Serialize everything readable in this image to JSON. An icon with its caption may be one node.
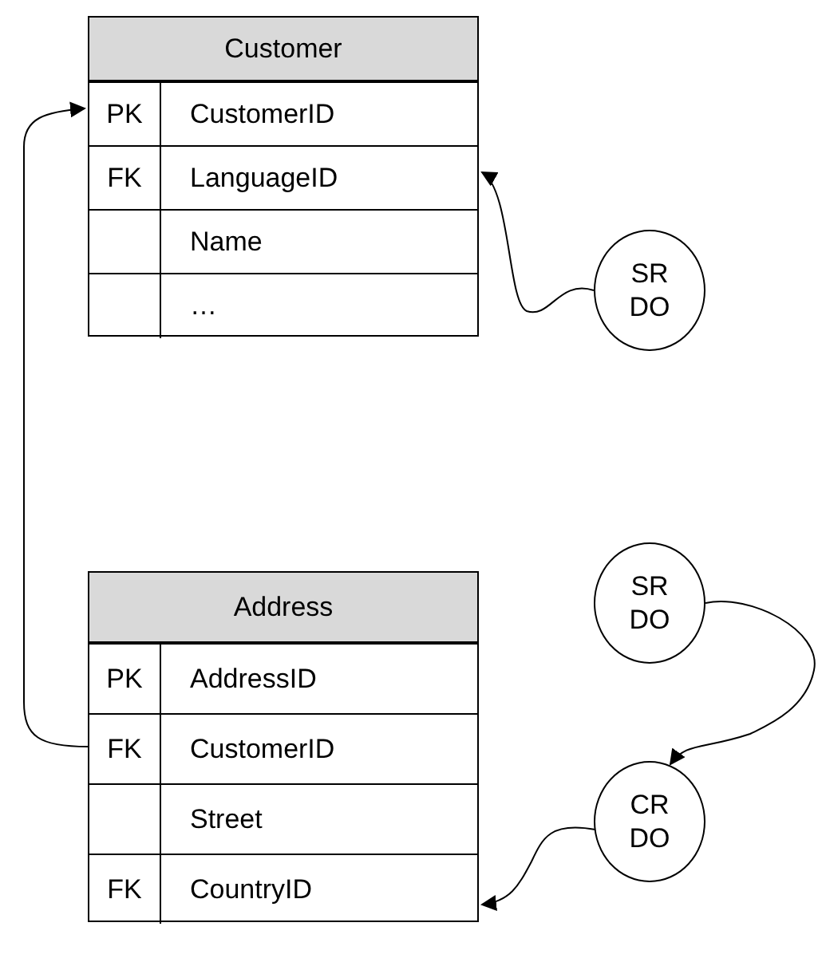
{
  "diagram": {
    "nodes": [
      {
        "text": [
          "Customer"
        ]
      },
      {
        "text": [
          "PK",
          "CustomerID"
        ],
        "in": 0
      },
      {
        "text": [
          "FK",
          "LanguageID"
        ],
        "in": 0
      },
      {
        "text": [
          "Name"
        ],
        "in": 0
      },
      {
        "text": [
          "…"
        ],
        "in": 0
      },
      {
        "text": [
          "SR DO"
        ]
      },
      {
        "text": [
          "Address"
        ]
      },
      {
        "text": [
          "PK",
          "AddressID"
        ],
        "in": 6
      },
      {
        "text": [
          "FK",
          "CustomerID"
        ],
        "in": 6
      },
      {
        "text": [
          "Street"
        ],
        "in": 6
      },
      {
        "text": [
          "FK",
          "CountryID"
        ],
        "in": 6
      },
      {
        "text": [
          "SR DO"
        ]
      },
      {
        "text": [
          "CR DO"
        ]
      }
    ],
    "edges": [
      {
        "from": 8,
        "to": 1,
        "arrow": "to"
      },
      {
        "from": 5,
        "to": 2,
        "arrow": "to"
      },
      {
        "from": 11,
        "to": 12,
        "arrow": "to"
      },
      {
        "from": 12,
        "to": 10,
        "arrow": "to"
      }
    ]
  }
}
